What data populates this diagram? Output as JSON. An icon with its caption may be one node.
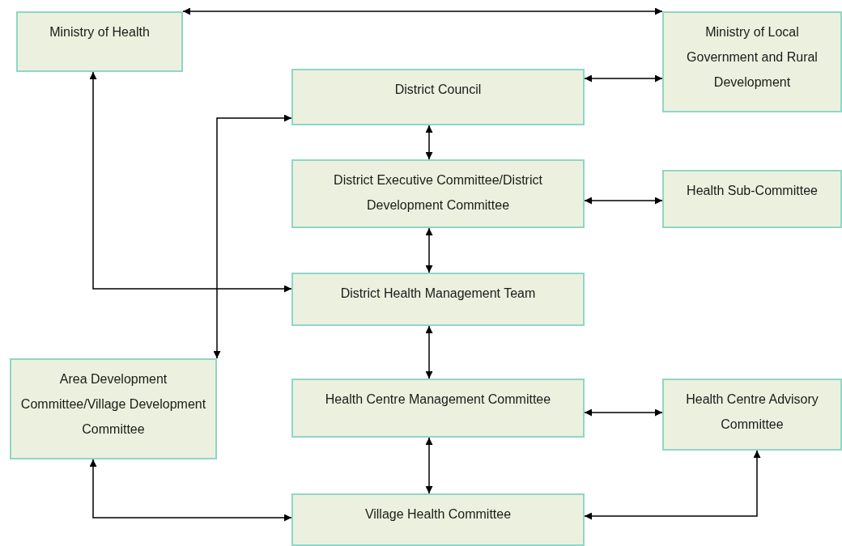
{
  "diagram": {
    "nodes": [
      {
        "text": [
          "Ministry of Health"
        ]
      },
      {
        "text": [
          "Ministry of Local Government and Rural Development"
        ]
      },
      {
        "text": [
          "District Council"
        ]
      },
      {
        "text": [
          "District Executive Committee/District Development Committee"
        ]
      },
      {
        "text": [
          "Health Sub-Committee"
        ]
      },
      {
        "text": [
          "District Health Management Team"
        ]
      },
      {
        "text": [
          "Area Development Committee/Village Development Committee"
        ]
      },
      {
        "text": [
          "Health Centre Management Committee"
        ]
      },
      {
        "text": [
          "Health Centre Advisory Committee"
        ]
      },
      {
        "text": [
          "Village Health Committee"
        ]
      }
    ],
    "edges": [
      {
        "from": 0,
        "to": 1,
        "arrow": "both"
      },
      {
        "from": 2,
        "to": 1,
        "arrow": "both"
      },
      {
        "from": 2,
        "to": 3,
        "arrow": "both"
      },
      {
        "from": 3,
        "to": 4,
        "arrow": "both"
      },
      {
        "from": 3,
        "to": 5,
        "arrow": "both"
      },
      {
        "from": 0,
        "to": 5,
        "arrow": "both"
      },
      {
        "from": 2,
        "to": 6,
        "arrow": "both"
      },
      {
        "from": 5,
        "to": 7,
        "arrow": "both"
      },
      {
        "from": 7,
        "to": 8,
        "arrow": "both"
      },
      {
        "from": 7,
        "to": 9,
        "arrow": "both"
      },
      {
        "from": 6,
        "to": 9,
        "arrow": "both"
      },
      {
        "from": 9,
        "to": 8,
        "arrow": "both"
      }
    ]
  }
}
